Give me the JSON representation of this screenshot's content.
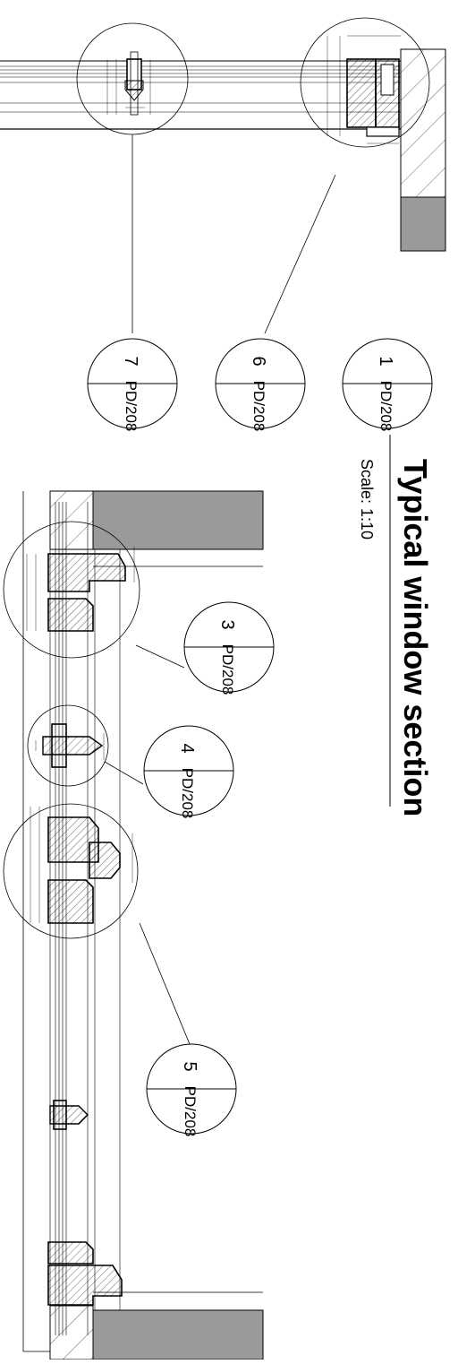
{
  "title_block": {
    "title": "Typical window section",
    "scale": "Scale: 1:10"
  },
  "callouts": [
    {
      "id": "callout-1",
      "number": "1",
      "sheet": "PD/208"
    },
    {
      "id": "callout-6",
      "number": "6",
      "sheet": "PD/208"
    },
    {
      "id": "callout-7",
      "number": "7",
      "sheet": "PD/208"
    },
    {
      "id": "callout-3",
      "number": "3",
      "sheet": "PD/208"
    },
    {
      "id": "callout-4",
      "number": "4",
      "sheet": "PD/208"
    },
    {
      "id": "callout-5",
      "number": "5",
      "sheet": "PD/208"
    }
  ],
  "colors": {
    "line": "#000000",
    "wall_fill": "#9a9a9a",
    "hatch": "#000000",
    "background": "#ffffff"
  }
}
